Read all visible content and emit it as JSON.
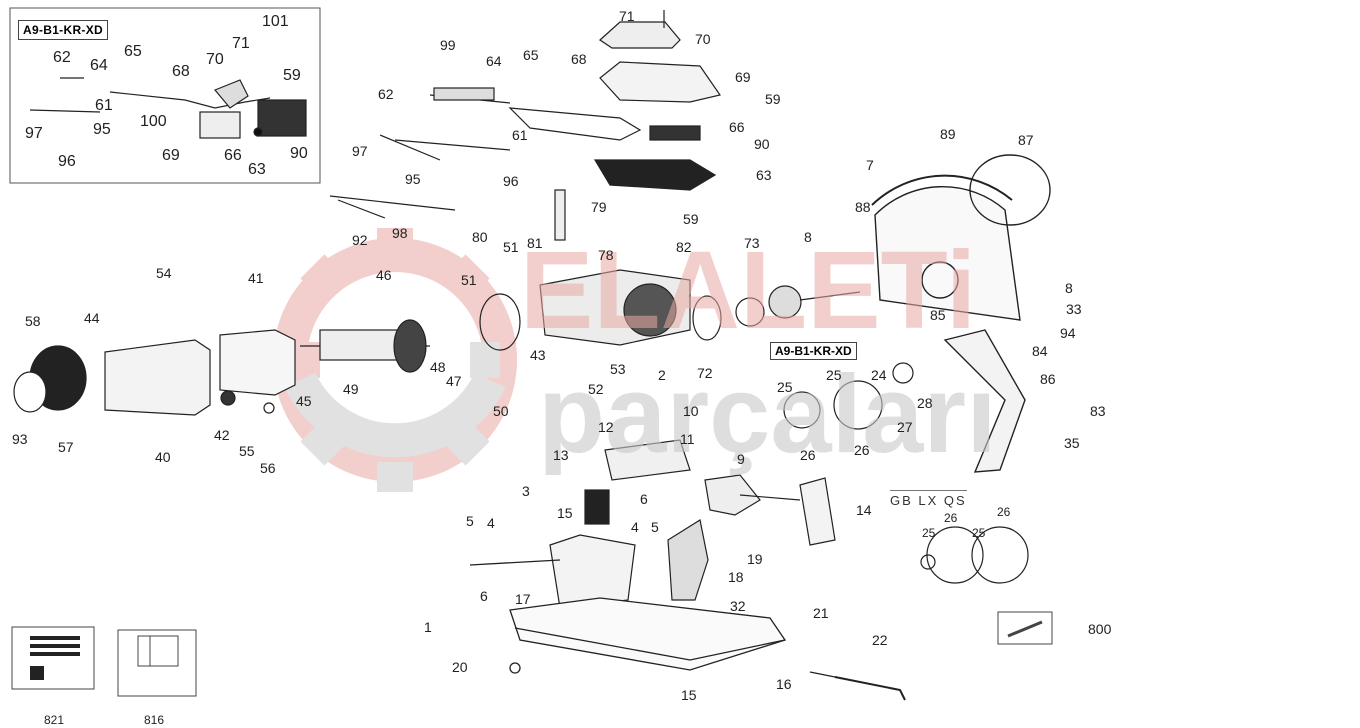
{
  "inset": {
    "title": "A9-B1-KR-XD"
  },
  "variant_label": "A9-B1-KR-XD",
  "version_label": "GB  LX  QS",
  "watermark": {
    "brand": "ELALETi",
    "sub": "parçaları",
    "color_top": "#e8a9a3",
    "color_bottom": "#c9c9c9"
  },
  "part_labels": {
    "p99": "99",
    "p64": "64",
    "p65": "65",
    "p62": "62",
    "p61": "61",
    "p97": "97",
    "p95": "95",
    "p96": "96",
    "p92": "92",
    "p98": "98",
    "p71": "71",
    "p70": "70",
    "p68": "68",
    "p69": "69",
    "p59a": "59",
    "p66": "66",
    "p90": "90",
    "p63": "63",
    "p59b": "59",
    "p79": "79",
    "p78": "78",
    "p80": "80",
    "p51a": "51",
    "p81": "81",
    "p82": "82",
    "p73": "73",
    "p8a": "8",
    "p7": "7",
    "p89": "89",
    "p87": "87",
    "p88": "88",
    "p8b": "8",
    "p33": "33",
    "p94": "94",
    "p85": "85",
    "p84": "84",
    "p86": "86",
    "p83": "83",
    "p35": "35",
    "p54": "54",
    "p41": "41",
    "p46": "46",
    "p51b": "51",
    "p58": "58",
    "p44": "44",
    "p43": "43",
    "p2": "2",
    "p72": "72",
    "p53": "53",
    "p52": "52",
    "p48": "48",
    "p47": "47",
    "p49": "49",
    "p45": "45",
    "p50": "50",
    "p93": "93",
    "p57": "57",
    "p40": "40",
    "p42": "42",
    "p55": "55",
    "p56": "56",
    "p25a": "25",
    "p25b": "25",
    "p24": "24",
    "p28": "28",
    "p27": "27",
    "p26a": "26",
    "p26b": "26",
    "p10": "10",
    "p12": "12",
    "p11": "11",
    "p13": "13",
    "p9": "9",
    "p6a": "6",
    "p14": "14",
    "p3": "3",
    "p15a": "15",
    "p4a": "4",
    "p5a": "5",
    "p4b": "4",
    "p5b": "5",
    "p19": "19",
    "p18": "18",
    "p6b": "6",
    "p17": "17",
    "p32": "32",
    "p1": "1",
    "p20": "20",
    "p21": "21",
    "p22": "22",
    "p15b": "15",
    "p16": "16",
    "p800": "800",
    "p821": "821",
    "p816": "816",
    "p25c": "25",
    "p26c": "26",
    "p25d": "25",
    "p26d": "26",
    "i62": "62",
    "i65": "65",
    "i64": "64",
    "i71": "71",
    "i70": "70",
    "i101": "101",
    "i59": "59",
    "i68": "68",
    "i61": "61",
    "i97": "97",
    "i95": "95",
    "i100": "100",
    "i96": "96",
    "i69": "69",
    "i66": "66",
    "i63": "63",
    "i90": "90"
  }
}
